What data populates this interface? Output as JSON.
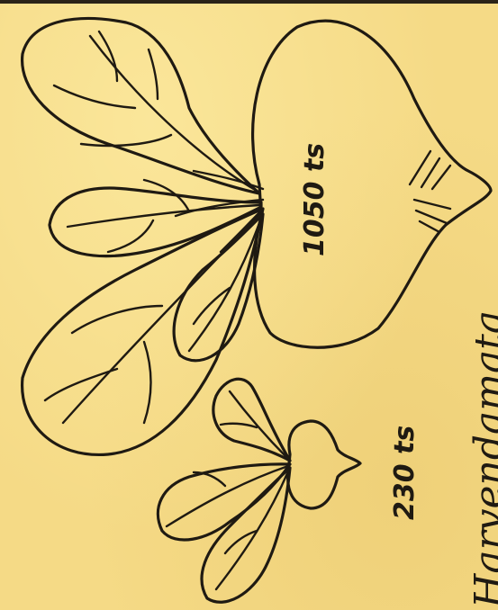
{
  "labels": {
    "large_beet": "1050 ts",
    "small_beet": "230 ts",
    "caption": "Harvendamata"
  },
  "colors": {
    "paper": "#f5da86",
    "ink": "#1f1a12"
  }
}
